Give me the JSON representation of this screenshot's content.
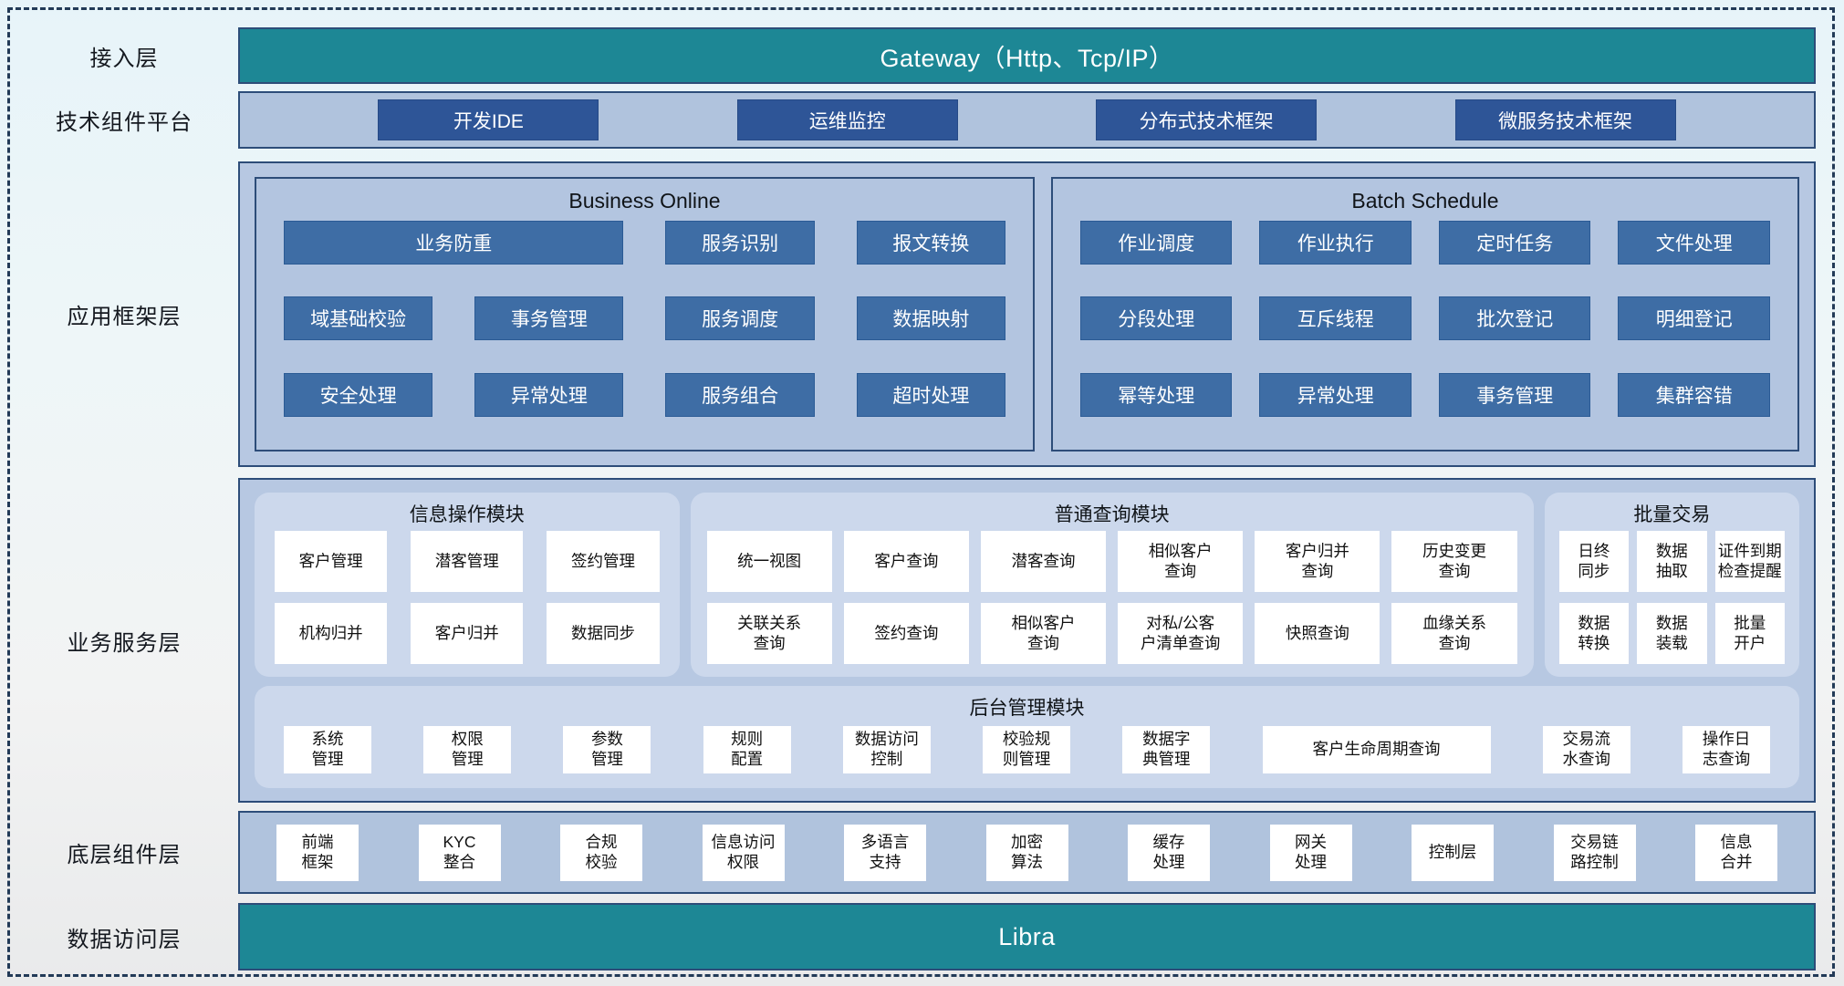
{
  "colors": {
    "teal": "#1d8795",
    "royal_blue": "#2e5597",
    "steel_blue": "#3e6da5",
    "panel_fill": "#b7c8e2",
    "panel_border": "#2d4d79",
    "module_fill": "#ccd8ec",
    "dashed_border": "#223a57"
  },
  "layers": {
    "access": {
      "label": "接入层",
      "gateway": "Gateway（Http、Tcp/IP）"
    },
    "tech_platform": {
      "label": "技术组件平台",
      "items": [
        "开发IDE",
        "运维监控",
        "分布式技术框架",
        "微服务技术框架"
      ]
    },
    "app_framework": {
      "label": "应用框架层",
      "business_online": {
        "title": "Business Online",
        "items": [
          {
            "t": "业务防重",
            "span": 2
          },
          "服务识别",
          "报文转换",
          "域基础校验",
          "事务管理",
          "服务调度",
          "数据映射",
          "安全处理",
          "异常处理",
          "服务组合",
          "超时处理"
        ]
      },
      "batch_schedule": {
        "title": "Batch Schedule",
        "items": [
          "作业调度",
          "作业执行",
          "定时任务",
          "文件处理",
          "分段处理",
          "互斥线程",
          "批次登记",
          "明细登记",
          "幂等处理",
          "异常处理",
          "事务管理",
          "集群容错"
        ]
      }
    },
    "business_service": {
      "label": "业务服务层",
      "info_module": {
        "title": "信息操作模块",
        "items": [
          "客户管理",
          "潜客管理",
          "签约管理",
          "机构归并",
          "客户归并",
          "数据同步"
        ]
      },
      "query_module": {
        "title": "普通查询模块",
        "items": [
          "统一视图",
          "客户查询",
          "潜客查询",
          "相似客户\n查询",
          "客户归并\n查询",
          "历史变更\n查询",
          "关联关系\n查询",
          "签约查询",
          "相似客户\n查询",
          "对私/公客\n户清单查询",
          "快照查询",
          "血缘关系\n查询"
        ]
      },
      "batch_module": {
        "title": "批量交易",
        "items": [
          "日终\n同步",
          "数据\n抽取",
          "证件到期\n检查提醒",
          "数据\n转换",
          "数据\n装载",
          "批量\n开户"
        ]
      },
      "admin_module": {
        "title": "后台管理模块",
        "items": [
          "系统\n管理",
          "权限\n管理",
          "参数\n管理",
          "规则\n配置",
          "数据访问\n控制",
          "校验规\n则管理",
          "数据字\n典管理",
          {
            "t": "客户生命周期查询",
            "wide": true
          },
          "交易流\n水查询",
          "操作日\n志查询"
        ]
      }
    },
    "base_components": {
      "label": "底层组件层",
      "items": [
        "前端\n框架",
        "KYC\n整合",
        "合规\n校验",
        "信息访问\n权限",
        "多语言\n支持",
        "加密\n算法",
        "缓存\n处理",
        "网关\n处理",
        "控制层",
        "交易链\n路控制",
        "信息\n合并"
      ]
    },
    "data_access": {
      "label": "数据访问层",
      "bar": "Libra"
    }
  }
}
